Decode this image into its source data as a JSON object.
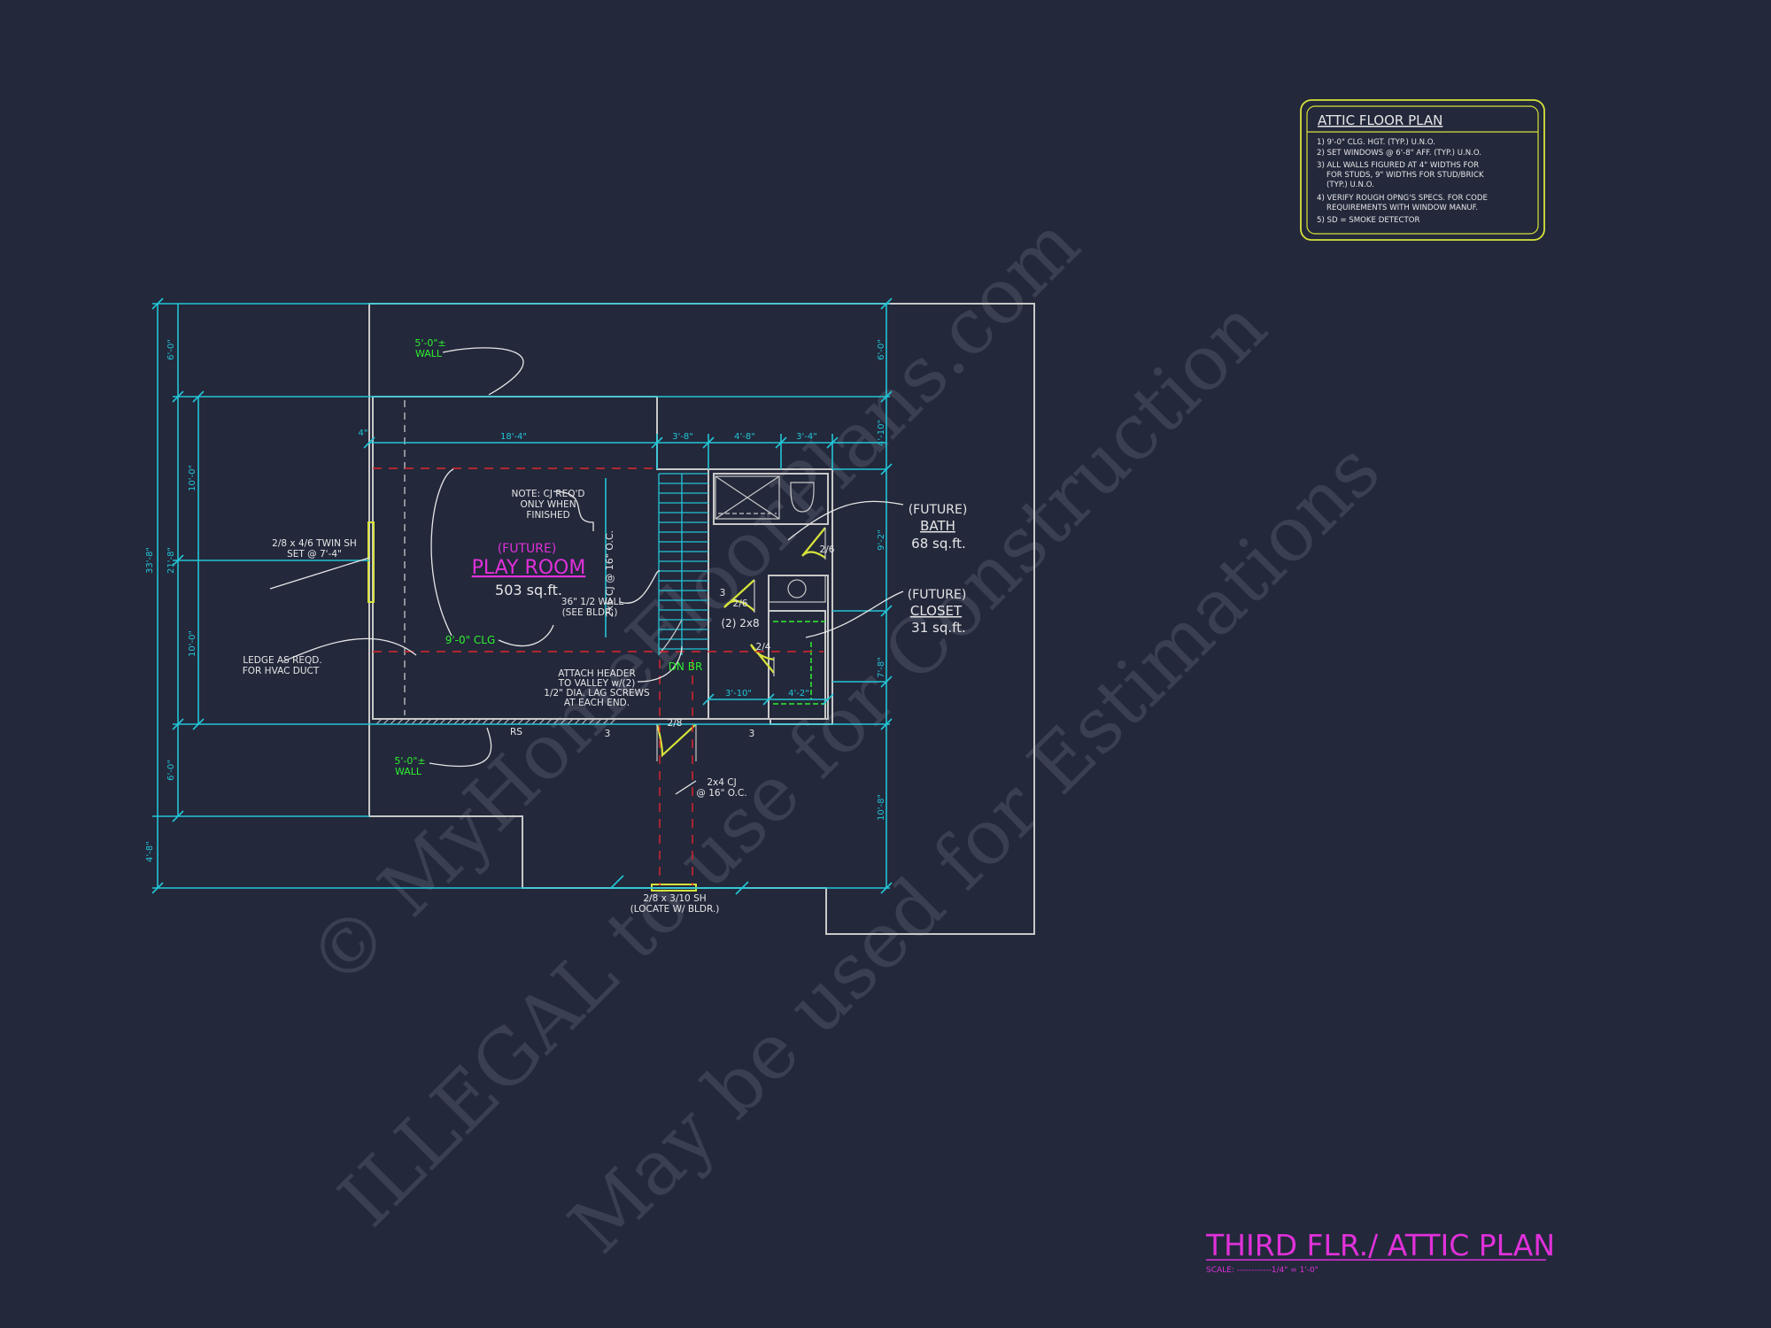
{
  "colors": {
    "background": "#23283b",
    "wall": "#c8c8c8",
    "dimension": "#22c5d6",
    "note_text": "#e6e6e6",
    "green_label": "#2ef02e",
    "magenta_label": "#e031d9",
    "yellow_box": "#d7e33a",
    "cj_line": "#e0262b",
    "watermark": "#5a5f70"
  },
  "notes_box": {
    "title": "ATTIC FLOOR PLAN",
    "items": [
      "1) 9'-0\" CLG. HGT. (TYP.) U.N.O.",
      "2) SET WINDOWS @ 6'-8\" AFF. (TYP.) U.N.O.",
      "3) ALL WALLS FIGURED AT 4\" WIDTHS FOR",
      "FOR STUDS, 9\" WIDTHS FOR STUD/BRICK",
      "(TYP.) U.N.O.",
      "4) VERIFY ROUGH OPNG'S SPECS. FOR CODE",
      "REQUIREMENTS WITH WINDOW MANUF.",
      "5) SD = SMOKE DETECTOR"
    ]
  },
  "rooms": {
    "play_room": {
      "future": "(FUTURE)",
      "name": "PLAY ROOM",
      "area": "503 sq.ft."
    },
    "bath": {
      "future": "(FUTURE)",
      "name": "BATH",
      "area": "68 sq.ft."
    },
    "closet": {
      "future": "(FUTURE)",
      "name": "CLOSET",
      "area": "31 sq.ft."
    }
  },
  "annotations": {
    "wall_top_l1": "5'-0\"±",
    "wall_top_l2": "WALL",
    "wall_bot_l1": "5'-0\"±",
    "wall_bot_l2": "WALL",
    "note_cj_l1": "NOTE: CJ REQ'D",
    "note_cj_l2": "ONLY WHEN",
    "note_cj_l3": "FINISHED",
    "cj_vertical": "2x6 CJ @ 16\" O.C.",
    "window_left_l1": "2/8 x 4/6 TWIN SH",
    "window_left_l2": "SET @ 7'-4\"",
    "wall_half_l1": "36\" 1/2 WALL",
    "wall_half_l2": "(SEE BLDR.)",
    "ceiling": "9'-0\" CLG",
    "ledge_l1": "LEDGE AS REQD.",
    "ledge_l2": "FOR HVAC DUCT",
    "header_l1": "ATTACH HEADER",
    "header_l2": "TO VALLEY w/(2)",
    "header_l3": "1/2\" DIA. LAG SCREWS",
    "header_l4": "AT EACH END.",
    "dn_br": "DN BR",
    "two_2x8": "(2) 2x8",
    "cj_2x4_l1": "2x4 CJ",
    "cj_2x4_l2": "@ 16\" O.C.",
    "window_bot_l1": "2/8 x 3/10 SH",
    "window_bot_l2": "(LOCATE W/ BLDR.)",
    "rs": "RS",
    "three_a": "3",
    "three_b": "3",
    "three_c": "3",
    "door_26a": "2/6",
    "door_26b": "2/6",
    "door_24": "2/4",
    "door_28": "2/8"
  },
  "dimensions": {
    "d_overall": "33'-8\"",
    "d_inner": "21'-8\"",
    "d_top_left": "6'-0\"",
    "d_mid_upper": "10'-0\"",
    "d_mid_lower": "10'-0\"",
    "d_bot_left": "6'-0\"",
    "d_bottom_ext": "4'-8\"",
    "d_4in": "4\"",
    "d_18_4": "18'-4\"",
    "d_3_8": "3'-8\"",
    "d_4_8": "4'-8\"",
    "d_3_4": "3'-4\"",
    "d_r_6_0": "6'-0\"",
    "d_r_4_10": "4'-10\"",
    "d_r_9_2": "9'-2\"",
    "d_r_7_8": "7'-8\"",
    "d_r_10_8": "10'-8\"",
    "d_3_10": "3'-10\"",
    "d_4_2": "4'-2\""
  },
  "title_block": {
    "title": "THIRD FLR./ ATTIC PLAN",
    "scale": "SCALE: ------------1/4\" = 1'-0\""
  },
  "watermarks": {
    "w1": "© MyHomeFloorPlans.com",
    "w2": "ILLEGAL to use for Construction",
    "w3": "May be used for Estimations"
  }
}
